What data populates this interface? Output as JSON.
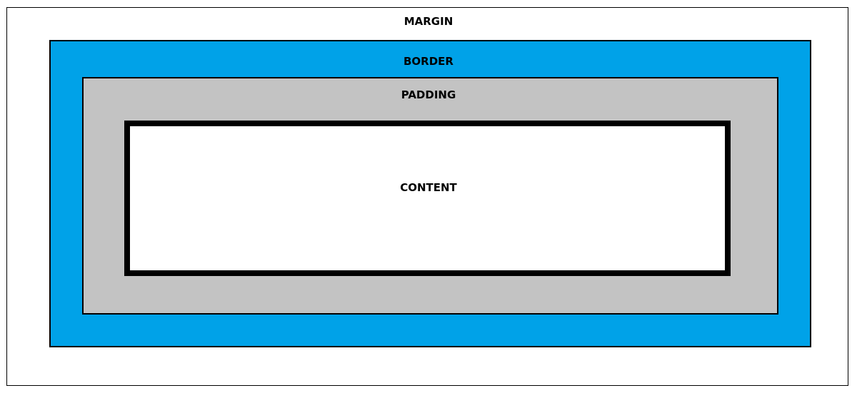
{
  "colors": {
    "margin_fill": "#ffffff",
    "border_fill": "#00a2e8",
    "padding_fill": "#c3c3c3",
    "content_fill": "#ffffff",
    "outline": "#000000"
  },
  "labels": {
    "margin": "MARGIN",
    "border": "BORDER",
    "padding": "PADDING",
    "content": "CONTENT"
  }
}
